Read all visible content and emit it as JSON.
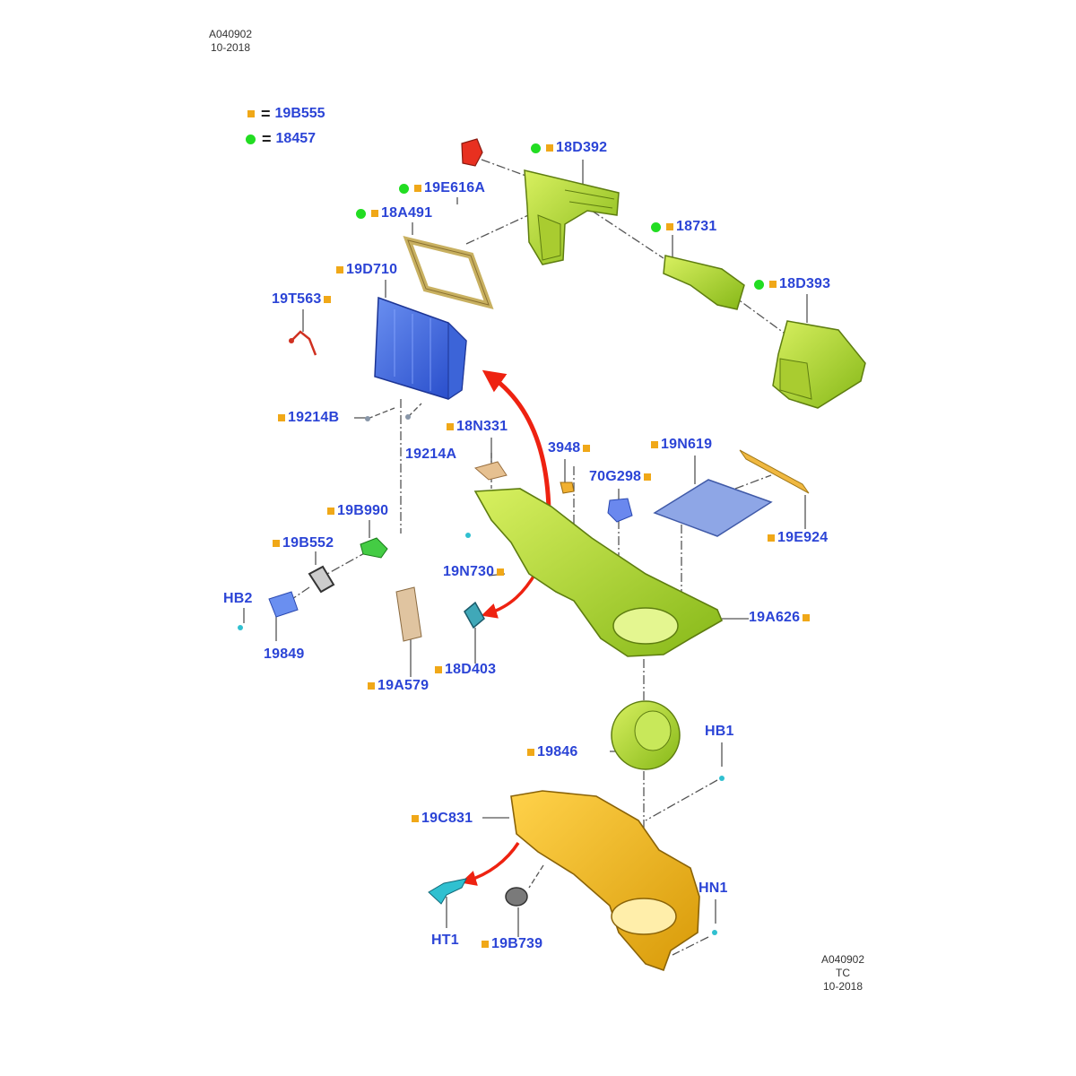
{
  "header": {
    "code": "A040902",
    "date": "10-2018"
  },
  "footer": {
    "code": "A040902",
    "sub": "TC",
    "date": "10-2018"
  },
  "colors": {
    "label": "#2b44d6",
    "square": "#f0a818",
    "dot": "#22dd22",
    "arrow": "#ee2211"
  },
  "legend": [
    {
      "marker": "square",
      "label": "19B555"
    },
    {
      "marker": "dot",
      "label": "18457"
    }
  ],
  "callouts": [
    {
      "id": "18D392",
      "label": "18D392",
      "markers": [
        "dot",
        "square"
      ]
    },
    {
      "id": "19E616A",
      "label": "19E616A",
      "markers": [
        "dot",
        "square"
      ]
    },
    {
      "id": "18A491",
      "label": "18A491",
      "markers": [
        "dot",
        "square"
      ]
    },
    {
      "id": "18731",
      "label": "18731",
      "markers": [
        "dot",
        "square"
      ]
    },
    {
      "id": "18D393",
      "label": "18D393",
      "markers": [
        "dot",
        "square"
      ]
    },
    {
      "id": "19D710",
      "label": "19D710",
      "markers": [
        "square"
      ]
    },
    {
      "id": "19T563",
      "label": "19T563",
      "markers": [
        "square"
      ]
    },
    {
      "id": "19214B",
      "label": "19214B",
      "markers": [
        "square"
      ]
    },
    {
      "id": "18N331",
      "label": "18N331",
      "markers": [
        "square"
      ]
    },
    {
      "id": "19214A",
      "label": "19214A",
      "markers": []
    },
    {
      "id": "3948",
      "label": "3948",
      "markers": [
        "square"
      ]
    },
    {
      "id": "19N619",
      "label": "19N619",
      "markers": [
        "square"
      ]
    },
    {
      "id": "70G298",
      "label": "70G298",
      "markers": [
        "square"
      ]
    },
    {
      "id": "19B990",
      "label": "19B990",
      "markers": [
        "square"
      ]
    },
    {
      "id": "19B552",
      "label": "19B552",
      "markers": [
        "square"
      ]
    },
    {
      "id": "19E924",
      "label": "19E924",
      "markers": [
        "square"
      ]
    },
    {
      "id": "19N730",
      "label": "19N730",
      "markers": [
        "square"
      ]
    },
    {
      "id": "HB2",
      "label": "HB2",
      "markers": []
    },
    {
      "id": "19A626",
      "label": "19A626",
      "markers": [
        "square"
      ]
    },
    {
      "id": "19849",
      "label": "19849",
      "markers": []
    },
    {
      "id": "18D403",
      "label": "18D403",
      "markers": [
        "square"
      ]
    },
    {
      "id": "19A579",
      "label": "19A579",
      "markers": [
        "square"
      ]
    },
    {
      "id": "HB1",
      "label": "HB1",
      "markers": []
    },
    {
      "id": "19846",
      "label": "19846",
      "markers": [
        "square"
      ]
    },
    {
      "id": "19C831",
      "label": "19C831",
      "markers": [
        "square"
      ]
    },
    {
      "id": "HN1",
      "label": "HN1",
      "markers": []
    },
    {
      "id": "HT1",
      "label": "HT1",
      "markers": []
    },
    {
      "id": "19B739",
      "label": "19B739",
      "markers": [
        "square"
      ]
    }
  ]
}
